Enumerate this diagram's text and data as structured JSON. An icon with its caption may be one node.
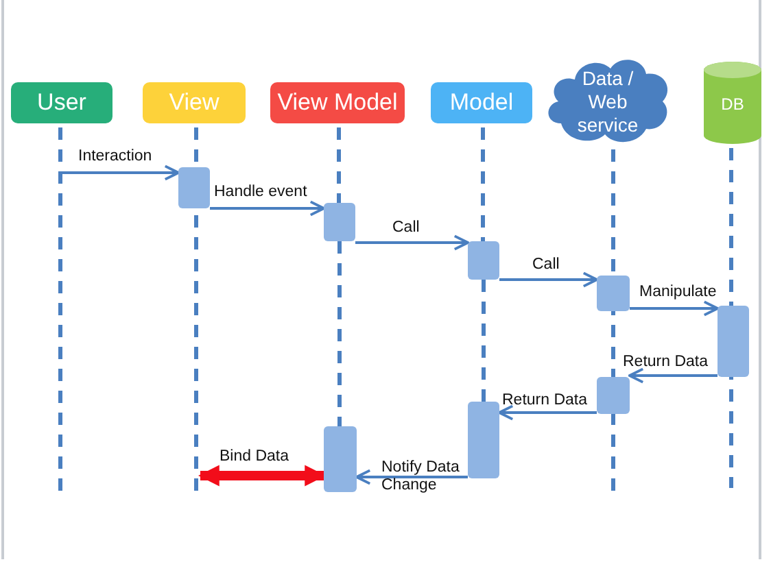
{
  "diagram": {
    "nodes": [
      {
        "text": [
          "User"
        ]
      },
      {
        "text": [
          "View"
        ]
      },
      {
        "text": [
          "View Model"
        ]
      },
      {
        "text": [
          "Model"
        ]
      },
      {
        "text": [
          "Data / Web service"
        ]
      },
      {
        "text": [
          "DB"
        ]
      },
      {
        "text": [],
        "shape": "bar"
      },
      {
        "text": [],
        "shape": "bar"
      },
      {
        "text": [],
        "shape": "bar"
      },
      {
        "text": [],
        "shape": "bar"
      },
      {
        "text": [],
        "shape": "bar"
      },
      {
        "text": [],
        "shape": "bar"
      },
      {
        "text": [],
        "shape": "bar"
      },
      {
        "text": [],
        "shape": "bar"
      }
    ],
    "edges": [
      {
        "from": null,
        "to": 6,
        "arrow": "to",
        "label": "Interaction"
      },
      {
        "from": 6,
        "to": 7,
        "arrow": "to",
        "label": "Handle event"
      },
      {
        "from": 7,
        "to": 8,
        "arrow": "to",
        "label": "Call"
      },
      {
        "from": 8,
        "to": 9,
        "arrow": "to",
        "label": "Call"
      },
      {
        "from": 9,
        "to": 10,
        "arrow": "to",
        "label": "Manipulate"
      },
      {
        "from": 10,
        "to": 11,
        "arrow": "to",
        "label": "Return Data"
      },
      {
        "from": 11,
        "to": 12,
        "arrow": "to",
        "label": "Return Data"
      },
      {
        "from": 12,
        "to": 13,
        "arrow": "to",
        "label": "Notify Data Change"
      },
      {
        "from": null,
        "to": 13,
        "arrow": "both",
        "label": "Bind Data",
        "style": "thick",
        "color": "#f20d1a"
      },
      {
        "from": 0,
        "to": null,
        "arrow": "none",
        "style": "dashed"
      },
      {
        "from": 1,
        "to": null,
        "arrow": "none",
        "style": "dashed"
      },
      {
        "from": 2,
        "to": 7,
        "arrow": "none",
        "style": "dashed"
      },
      {
        "from": 7,
        "to": 13,
        "arrow": "none",
        "style": "dashed"
      },
      {
        "from": 3,
        "to": 8,
        "arrow": "none",
        "style": "dashed"
      },
      {
        "from": 8,
        "to": 12,
        "arrow": "none",
        "style": "dashed"
      },
      {
        "from": 4,
        "to": null,
        "arrow": "none",
        "style": "dashed"
      },
      {
        "from": 5,
        "to": null,
        "arrow": "none",
        "style": "dashed"
      }
    ]
  }
}
